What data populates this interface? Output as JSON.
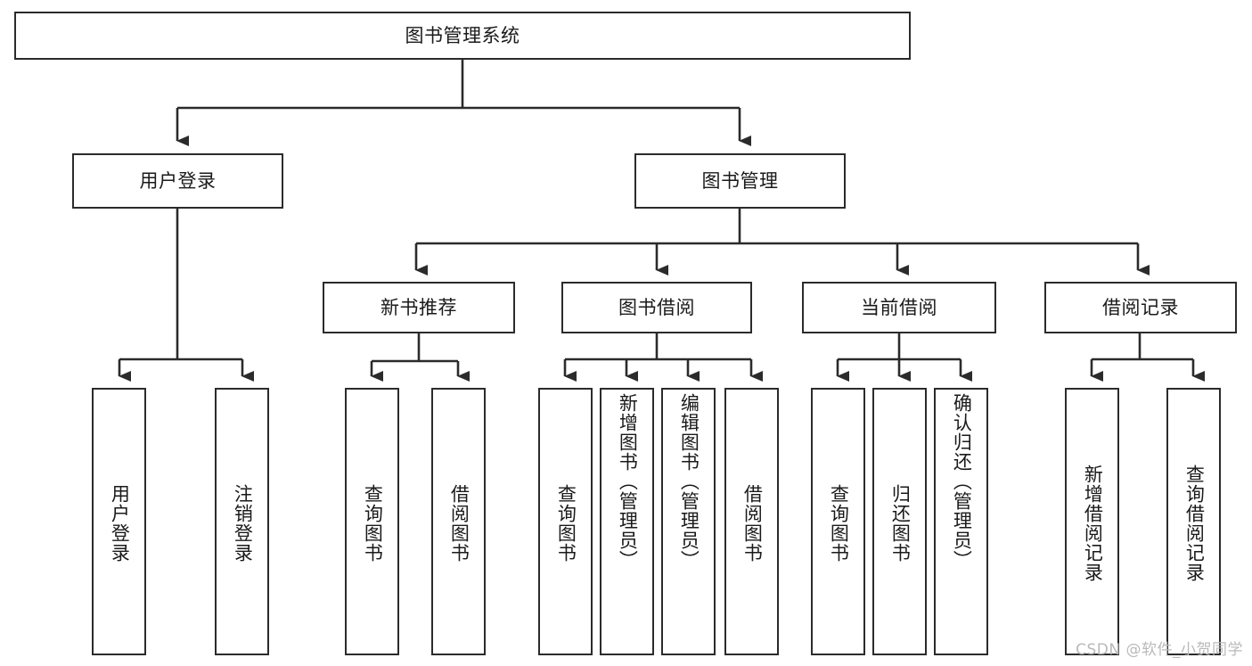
{
  "diagram": {
    "title": "图书管理系统",
    "watermark": "CSDN @软件_小贺同学",
    "colors": {
      "box_border": "#2b2b2b",
      "box_fill": "#ffffff",
      "line": "#2b2b2b",
      "text": "#1a1a1a",
      "watermark": "#b9b9b9"
    },
    "root": {
      "label": "图书管理系统"
    },
    "level1": [
      {
        "label": "用户登录"
      },
      {
        "label": "图书管理"
      }
    ],
    "level2": [
      {
        "label": "新书推荐"
      },
      {
        "label": "图书借阅"
      },
      {
        "label": "当前借阅"
      },
      {
        "label": "借阅记录"
      }
    ],
    "leaves": {
      "user_login": [
        {
          "label": "用户登录"
        },
        {
          "label": "注销登录"
        }
      ],
      "new_book_recommend": [
        {
          "label": "查询图书"
        },
        {
          "label": "借阅图书"
        }
      ],
      "book_borrow": [
        {
          "label": "查询图书"
        },
        {
          "label": "新增图书（管理员）"
        },
        {
          "label": "编辑图书（管理员）"
        },
        {
          "label": "借阅图书"
        }
      ],
      "current_borrow": [
        {
          "label": "查询图书"
        },
        {
          "label": "归还图书"
        },
        {
          "label": "确认归还（管理员）"
        }
      ],
      "borrow_record": [
        {
          "label": "新增借阅记录"
        },
        {
          "label": "查询借阅记录"
        }
      ]
    }
  },
  "chart_data": {
    "type": "diagram",
    "title": "图书管理系统",
    "structure": "tree",
    "nodes": [
      {
        "id": "root",
        "label": "图书管理系统",
        "level": 0,
        "parent": null
      },
      {
        "id": "n-user-login",
        "label": "用户登录",
        "level": 1,
        "parent": "root"
      },
      {
        "id": "n-book-manage",
        "label": "图书管理",
        "level": 1,
        "parent": "root"
      },
      {
        "id": "n-new-book",
        "label": "新书推荐",
        "level": 2,
        "parent": "n-book-manage"
      },
      {
        "id": "n-book-borrow",
        "label": "图书借阅",
        "level": 2,
        "parent": "n-book-manage"
      },
      {
        "id": "n-current-borrow",
        "label": "当前借阅",
        "level": 2,
        "parent": "n-book-manage"
      },
      {
        "id": "n-borrow-record",
        "label": "借阅记录",
        "level": 2,
        "parent": "n-book-manage"
      },
      {
        "id": "l-user-login",
        "label": "用户登录",
        "level": 3,
        "parent": "n-user-login"
      },
      {
        "id": "l-logout",
        "label": "注销登录",
        "level": 3,
        "parent": "n-user-login"
      },
      {
        "id": "l-nb-query",
        "label": "查询图书",
        "level": 3,
        "parent": "n-new-book"
      },
      {
        "id": "l-nb-borrow",
        "label": "借阅图书",
        "level": 3,
        "parent": "n-new-book"
      },
      {
        "id": "l-bb-query",
        "label": "查询图书",
        "level": 3,
        "parent": "n-book-borrow"
      },
      {
        "id": "l-bb-add",
        "label": "新增图书（管理员）",
        "level": 3,
        "parent": "n-book-borrow"
      },
      {
        "id": "l-bb-edit",
        "label": "编辑图书（管理员）",
        "level": 3,
        "parent": "n-book-borrow"
      },
      {
        "id": "l-bb-borrow",
        "label": "借阅图书",
        "level": 3,
        "parent": "n-book-borrow"
      },
      {
        "id": "l-cb-query",
        "label": "查询图书",
        "level": 3,
        "parent": "n-current-borrow"
      },
      {
        "id": "l-cb-return",
        "label": "归还图书",
        "level": 3,
        "parent": "n-current-borrow"
      },
      {
        "id": "l-cb-confirm",
        "label": "确认归还（管理员）",
        "level": 3,
        "parent": "n-current-borrow"
      },
      {
        "id": "l-br-add",
        "label": "新增借阅记录",
        "level": 3,
        "parent": "n-borrow-record"
      },
      {
        "id": "l-br-query",
        "label": "查询借阅记录",
        "level": 3,
        "parent": "n-borrow-record"
      }
    ]
  }
}
